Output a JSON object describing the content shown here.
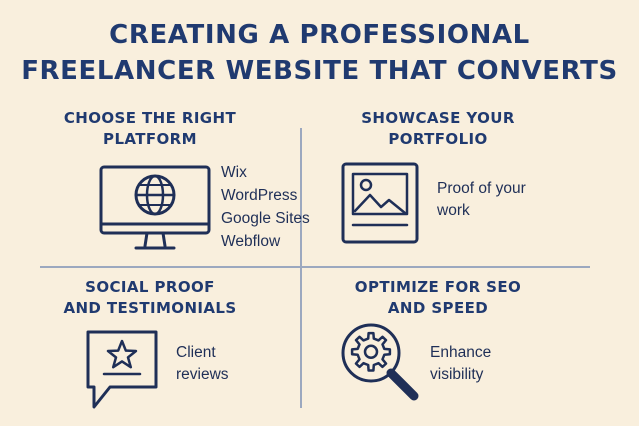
{
  "title": {
    "line1": "CREATING A PROFESSIONAL",
    "line2": "FREELANCER WEBSITE THAT CONVERTS"
  },
  "sections": [
    {
      "heading_line1": "CHOOSE THE RIGHT",
      "heading_line2": "PLATFORM",
      "icon": "monitor-globe-icon",
      "items": [
        "Wix",
        "WordPress",
        "Google Sites",
        "Webflow"
      ]
    },
    {
      "heading_line1": "SHOWCASE YOUR",
      "heading_line2": "PORTFOLIO",
      "icon": "image-document-icon",
      "text_line1": "Proof of your",
      "text_line2": "work"
    },
    {
      "heading_line1": "SOCIAL PROOF",
      "heading_line2": "AND TESTIMONIALS",
      "icon": "star-review-bubble-icon",
      "text_line1": "Client",
      "text_line2": "reviews"
    },
    {
      "heading_line1": "OPTIMIZE FOR SEO",
      "heading_line2": "AND SPEED",
      "icon": "gear-magnifier-icon",
      "text_line1": "Enhance",
      "text_line2": "visibility"
    }
  ],
  "colors": {
    "background": "#f9efdd",
    "ink": "#1f2f57",
    "divider": "#9ca8bf"
  }
}
